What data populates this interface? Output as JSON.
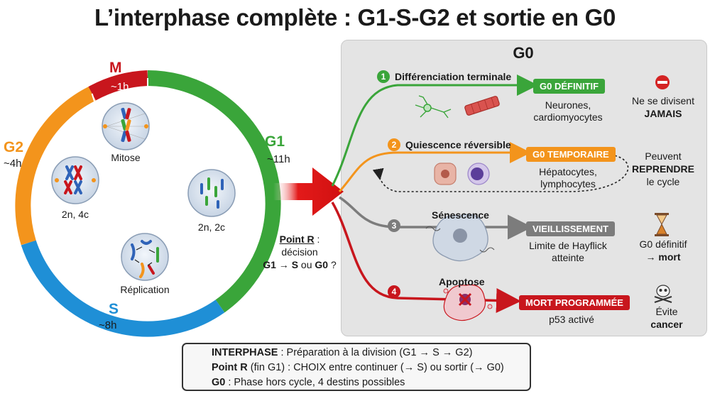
{
  "title": "L’interphase complète : G1-S-G2 et sortie en G0",
  "cycle": {
    "phases": [
      {
        "letter": "M",
        "duration": "~1h",
        "color": "#c8161d"
      },
      {
        "letter": "G1",
        "duration": "~11h",
        "color": "#3aa53a"
      },
      {
        "letter": "S",
        "duration": "~8h",
        "color": "#1f8fd6"
      },
      {
        "letter": "G2",
        "duration": "~4h",
        "color": "#f3941c"
      }
    ],
    "cells": {
      "mitose": "Mitose",
      "g2_cell": "2n, 4c",
      "g1_cell": "2n, 2c",
      "replication": "Réplication"
    }
  },
  "decision": {
    "point": "Point R",
    "colon": " :",
    "line2": "décision",
    "g1": "G1",
    "arrow": " → ",
    "s": "S",
    "ou": " ou ",
    "g0": "G0",
    "q": " ?"
  },
  "g0": {
    "title": "G0",
    "paths": [
      {
        "number": "1",
        "title": "Différenciation terminale",
        "badge": "G0 DÉFINITIF",
        "desc1": "Neurones,",
        "desc2": "cardiomyocytes",
        "note1": "Ne se divisent",
        "note2": "JAMAIS",
        "color": "#3aa53a"
      },
      {
        "number": "2",
        "title": "Quiescence réversible",
        "badge": "G0 TEMPORAIRE",
        "desc1": "Hépatocytes,",
        "desc2": "lymphocytes",
        "note1": "Peuvent",
        "note2": "REPRENDRE",
        "note3": "le cycle",
        "color": "#f3941c"
      },
      {
        "number": "3",
        "title": "Sénescence",
        "badge": "VIEILLISSEMENT",
        "desc1": "Limite de Hayflick",
        "desc2": "atteinte",
        "note1": "G0 définitif",
        "note2": "→ mort",
        "color": "#7c7c7c"
      },
      {
        "number": "4",
        "title": "Apoptose",
        "badge": "MORT PROGRAMMÉE",
        "desc1": "p53 activé",
        "note1": "Évite",
        "note2": "cancer",
        "color": "#c8161d"
      }
    ],
    "icons": [
      "no-entry-icon",
      "hourglass-icon",
      "skull-icon"
    ]
  },
  "legend": [
    {
      "icon": "key-icon",
      "bold": "INTERPHASE",
      "text": " : Préparation à la division (G1 → S → G2)"
    },
    {
      "icon": "lightning-icon",
      "bold": "Point R",
      "text": " (fin G1) : CHOIX entre continuer (→ S) ou sortir (→ G0)"
    },
    {
      "icon": "target-icon",
      "bold": "G0",
      "text": " : Phase hors cycle, 4 destins possibles"
    }
  ]
}
